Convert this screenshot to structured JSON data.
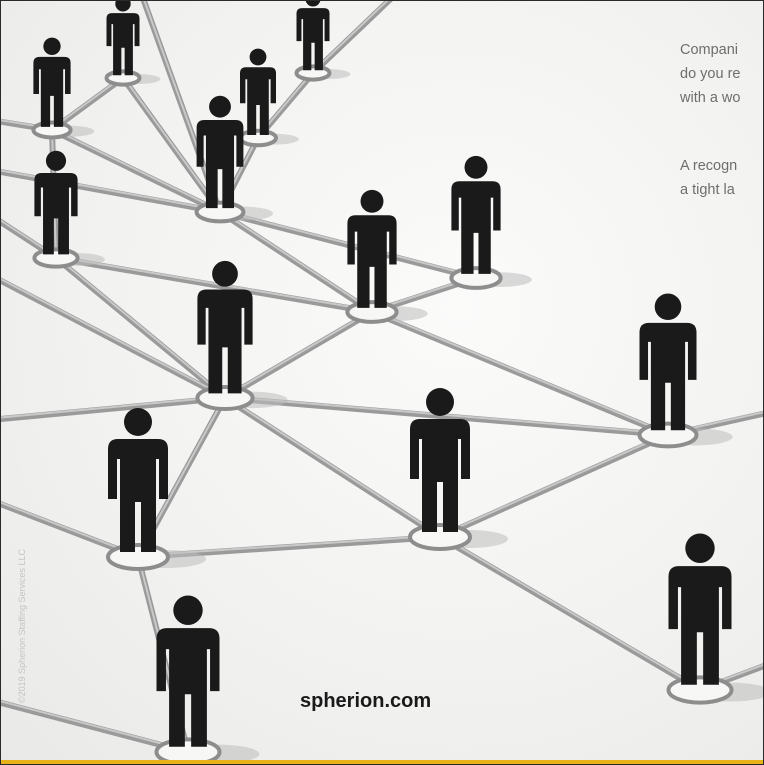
{
  "illustration": {
    "description_icon": "people-network-icon"
  },
  "text_block": {
    "paragraph_1": [
      "Compani",
      "do you re",
      "with a wo"
    ],
    "paragraph_2": [
      "A recogn",
      "a tight la"
    ]
  },
  "footer": {
    "website": "spherion.com",
    "copyright": "©2019 Spherion Staffing Services LLC"
  },
  "colors": {
    "background": "#f4f4f2",
    "figure": "#1a1a1a",
    "connector": "#9a9a9a",
    "accent_bar": "#e8b21a"
  }
}
